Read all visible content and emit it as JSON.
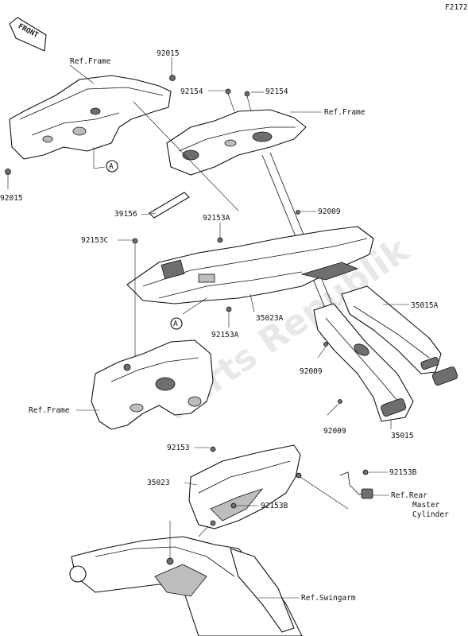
{
  "figure_code": "F2172",
  "front_label": "FRONT",
  "watermark": "Parts Republik",
  "labels": {
    "ref_frame_top_left": "Ref.Frame",
    "p92015_top": "92015",
    "p92015_bottom": "92015",
    "p92154_left": "92154",
    "p92154_right": "92154",
    "ref_frame_right": "Ref.Frame",
    "p39156": "39156",
    "p92153a_top": "92153A",
    "p92009_top": "92009",
    "p92153c": "92153C",
    "p35015a": "35015A",
    "p35023a": "35023A",
    "p92153a_bottom": "92153A",
    "p92009_mid": "92009",
    "p92009_low": "92009",
    "p35015": "35015",
    "ref_frame_left": "Ref.Frame",
    "p92153": "92153",
    "p35023": "35023",
    "p92153b_right": "92153B",
    "p92153b_mid": "92153B",
    "ref_rear_master_1": "Ref.Rear",
    "ref_rear_master_2": "Master",
    "ref_rear_master_3": "Cylinder",
    "ref_swingarm": "Ref.Swingarm",
    "marker_a_top": "A",
    "marker_a_bottom": "A"
  }
}
